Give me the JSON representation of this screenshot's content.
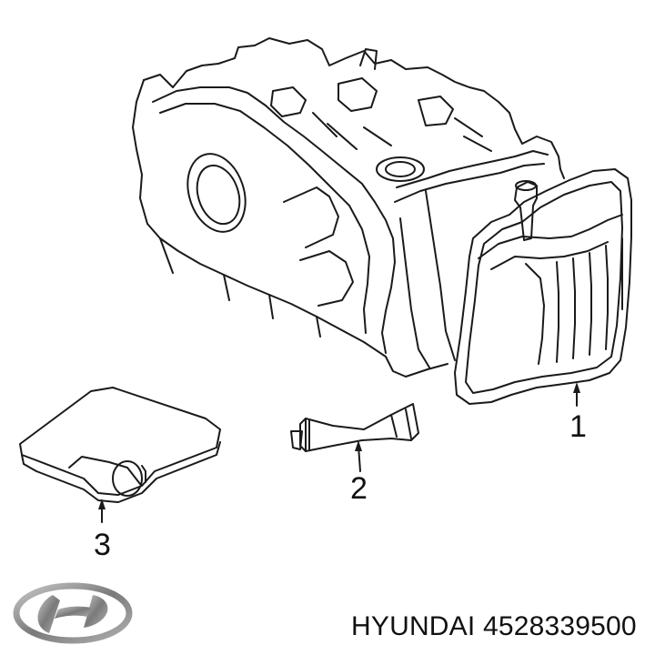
{
  "callouts": {
    "c1": "1",
    "c2": "2",
    "c3": "3"
  },
  "caption": "HYUNDAI 4528339500",
  "logo": {
    "icon": "hyundai-logo-icon",
    "color": "#8a8a8a"
  },
  "colors": {
    "line": "#1a1a1a",
    "background": "#ffffff"
  }
}
